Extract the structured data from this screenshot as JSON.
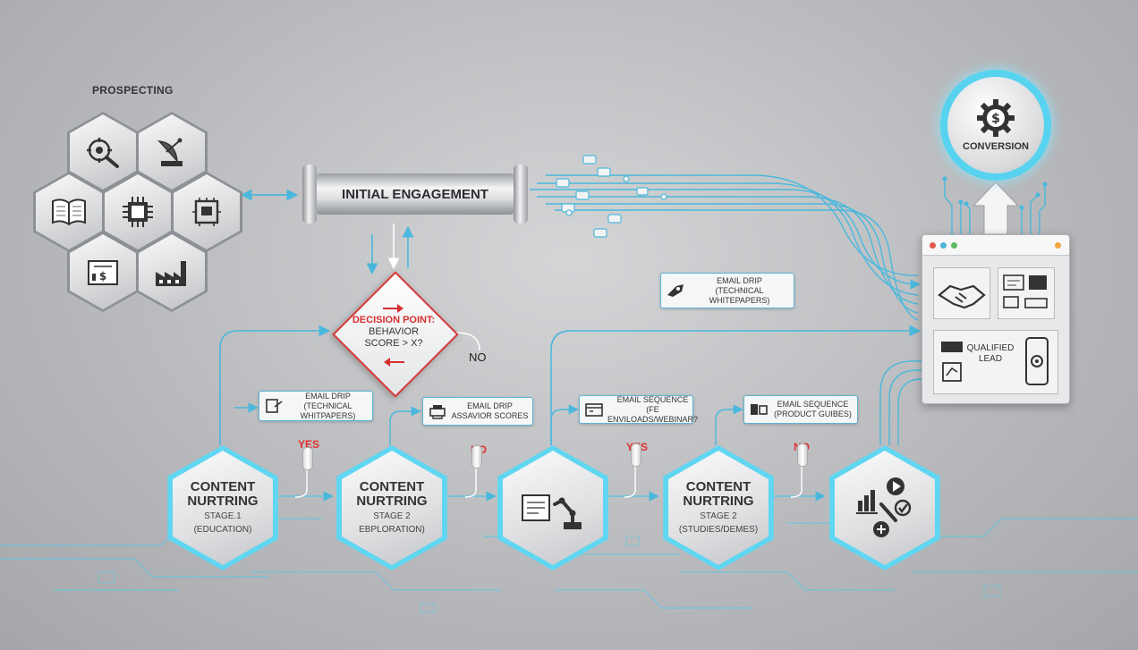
{
  "prospecting": {
    "label": "PROSPECTING"
  },
  "engagement": {
    "label": "INITIAL ENGAGEMENT"
  },
  "decision": {
    "line1": "DECISION POINT:",
    "line2": "BEHAVIOR",
    "line3": "SCORE > X?",
    "no_label": "NO"
  },
  "top_tag": {
    "line1": "EMAIL DRIP",
    "line2": "(TECHNICAL WHITEPAPERS)"
  },
  "tags": [
    {
      "line1": "EMAIL DRIP",
      "line2": "(TECHNICAL WHITPAPERS)"
    },
    {
      "line1": "EMAIL DRIP",
      "line2": "ASSAVIOR SCORES"
    },
    {
      "line1": "EMAIL SEQUENCE",
      "line2": "(FE ENVILOADS/WEBINAR?"
    },
    {
      "line1": "EMAIL SEQUENCE",
      "line2": "(PRODUCT GUIBES)"
    }
  ],
  "branches": [
    "YES",
    "NO",
    "YES",
    "NO"
  ],
  "stages": [
    {
      "title1": "CONTENT",
      "title2": "NURTRING",
      "sub1": "STAGE.1",
      "sub2": "(EDUCATION)"
    },
    {
      "title1": "CONTENT",
      "title2": "NURTRING",
      "sub1": "STAGE 2",
      "sub2": "EBPLORATION)"
    },
    {
      "title1": "",
      "title2": "",
      "sub1": "",
      "sub2": ""
    },
    {
      "title1": "CONTENT",
      "title2": "NURTRING",
      "sub1": "STAGE 2",
      "sub2": "(STUDIES/DEMES)"
    },
    {
      "title1": "",
      "title2": "",
      "sub1": "",
      "sub2": ""
    }
  ],
  "conversion": {
    "label": "CONVERSION"
  },
  "qualified": {
    "line1": "QUALIFIED",
    "line2": "LEAD"
  },
  "colors": {
    "wire": "#4ab8dc",
    "glow": "#5fd6f2",
    "red": "#d62f2f",
    "yes": "#e03030"
  },
  "icons": [
    "gear-search-icon",
    "satellite-dish-icon",
    "book-icon",
    "chip-icon",
    "circuit-board-icon",
    "ticket-icon",
    "factory-icon",
    "blueprint-robot-arm-icon",
    "chart-play-tools-icon",
    "dollar-gear-icon",
    "handshake-icon"
  ]
}
